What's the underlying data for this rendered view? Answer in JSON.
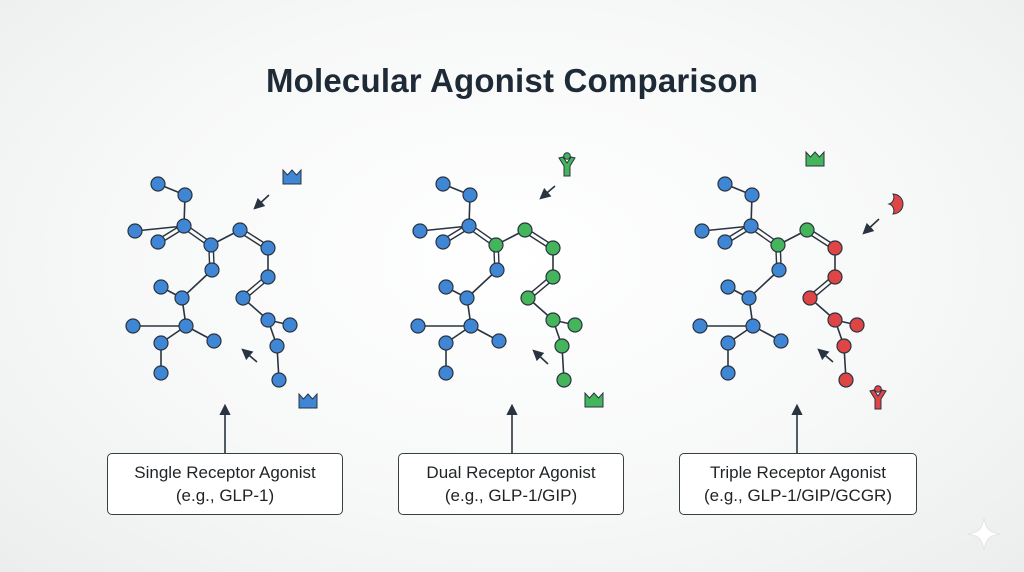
{
  "title": "Molecular Agonist Comparison",
  "colors": {
    "blue": "#3f86d4",
    "green": "#44b55a",
    "red": "#df4545",
    "bond": "#2a3440",
    "title": "#1e2a36"
  },
  "panels": [
    {
      "name": "single",
      "caption_line1": "Single Receptor Agonist",
      "caption_line2": "(e.g., GLP-1)",
      "receptor_icons": [
        "receptor-cup-icon",
        "receptor-cup-icon"
      ]
    },
    {
      "name": "dual",
      "caption_line1": "Dual Receptor Agonist",
      "caption_line2": "(e.g., GLP-1/GIP)",
      "receptor_icons": [
        "receptor-y-icon",
        "receptor-cup-icon"
      ]
    },
    {
      "name": "triple",
      "caption_line1": "Triple Receptor Agonist",
      "caption_line2": "(e.g., GLP-1/GIP/GCGR)",
      "receptor_icons": [
        "receptor-cup-icon",
        "receptor-crescent-icon",
        "receptor-y-icon"
      ]
    }
  ],
  "decorations": [
    "sparkle-icon"
  ]
}
